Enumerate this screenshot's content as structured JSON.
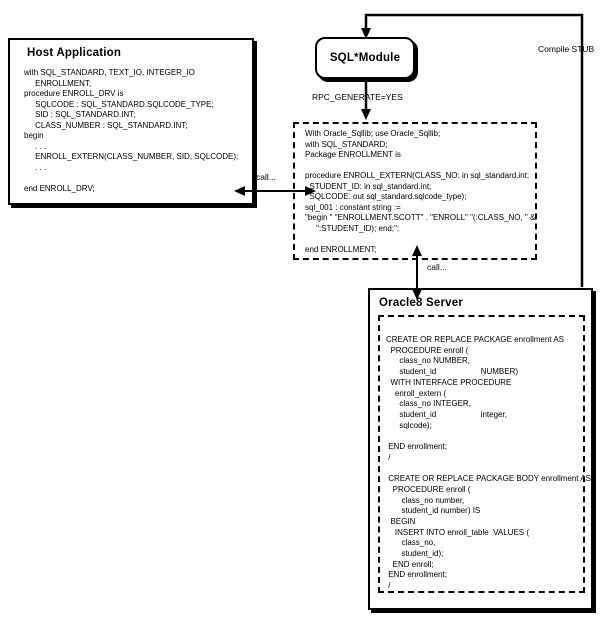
{
  "diagram": {
    "host": {
      "title": "Host Application",
      "code": [
        "with SQL_STANDARD, TEXT_IO, INTEGER_IO",
        "     ENROLLMENT;",
        "procedure ENROLL_DRV is",
        "     SQLCODE : SQL_STANDARD.SQLCODE_TYPE;",
        "     SID : SQL_STANDARD.INT;",
        "     CLASS_NUMBER : SQL_STANDARD.INT;",
        "begin",
        "     . . .",
        "     ENROLL_EXTERN(CLASS_NUMBER, SID, SQLCODE);",
        "     . . .",
        "",
        "end ENROLL_DRV;"
      ]
    },
    "sql_module": {
      "title": "SQL*Module"
    },
    "module_spec": {
      "code": [
        "With Oracle_Sqllib; use Oracle_Sqllib;",
        "with SQL_STANDARD;",
        "Package ENROLLMENT is",
        "",
        "procedure ENROLL_EXTERN(CLASS_NO: in sql_standard.int;",
        "  STUDENT_ID: in sql_standard.int;",
        "  SQLCODE: out sql_standard.sqlcode_type);",
        "sql_001 : constant string :=",
        "\"begin \" \"ENROLLMENT.SCOTT\" . \"ENROLL\" \"(:CLASS_NO, \" &",
        "     \":STUDENT_ID); end;\";",
        "",
        "end ENROLLMENT;"
      ]
    },
    "server": {
      "title": "Oracle8 Server",
      "code": [
        "CREATE OR REPLACE PACKAGE enrollment AS",
        "  PROCEDURE enroll (",
        "      class_no NUMBER,",
        "      student_id                    NUMBER)",
        "  WITH INTERFACE PROCEDURE",
        "    enroll_extern (",
        "      class_no INTEGER,",
        "      student_id                    integer,",
        "      sqlcode);",
        "",
        " END enrollment;",
        " /",
        "",
        " CREATE OR REPLACE PACKAGE BODY enrollment AS",
        "   PROCEDURE enroll (",
        "       class_no number,",
        "       student_id number) IS",
        "  BEGIN",
        "    INSERT INTO enroll_table  VALUES (",
        "       class_no,",
        "       student_id);",
        "   END enroll;",
        " END enrollment;",
        " /"
      ]
    },
    "labels": {
      "compile_stub": "Compile STUB",
      "rpc_generate": "RPC_GENERATE=YES",
      "call_host": "call...",
      "call_server": "call..."
    }
  }
}
